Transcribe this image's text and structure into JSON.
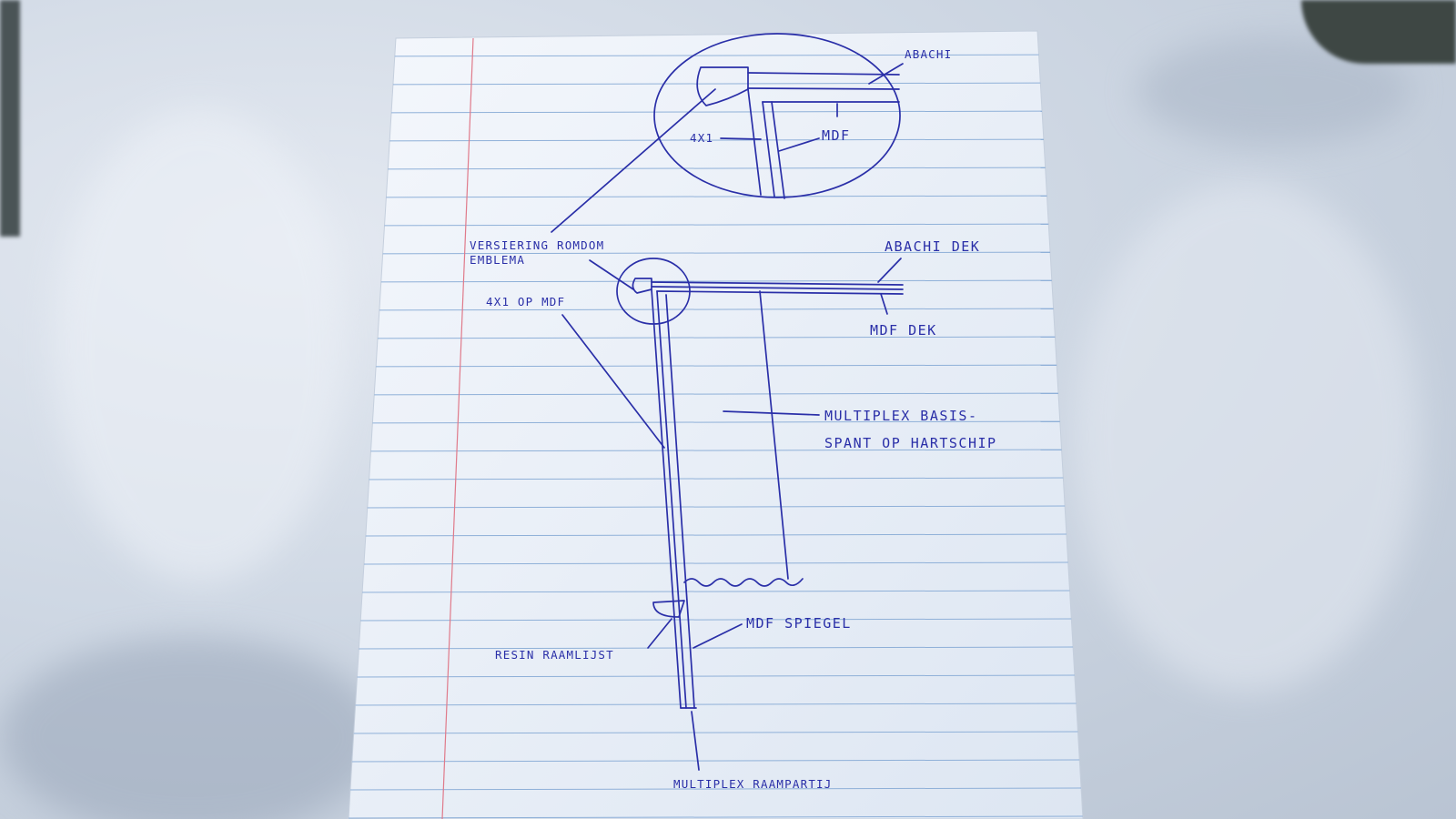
{
  "diagram": {
    "labels": {
      "abachi": "ABACHI",
      "four_by_one": "4X1",
      "mdf": "MDF",
      "versiering_line1": "VERSIERING ROMDOM",
      "versiering_line2": "EMBLEMA",
      "abachi_dek": "ABACHI DEK",
      "four_by_one_op_mdf": "4X1 OP MDF",
      "mdf_dek": "MDF DEK",
      "multiplex_basis_line1": "MULTIPLEX BASIS-",
      "multiplex_basis_line2": "SPANT OP HARTSCHIP",
      "mdf_spiegel": "MDF SPIEGEL",
      "resin_raamlijst": "RESIN RAAMLIJST",
      "multiplex_raampartij": "MULTIPLEX RAAMPARTIJ"
    },
    "colors": {
      "ink": "#2a2fa8",
      "rule_lines": "#8fb0d8",
      "margin_line": "#e07a8a",
      "paper": "#f1f5fb"
    }
  }
}
